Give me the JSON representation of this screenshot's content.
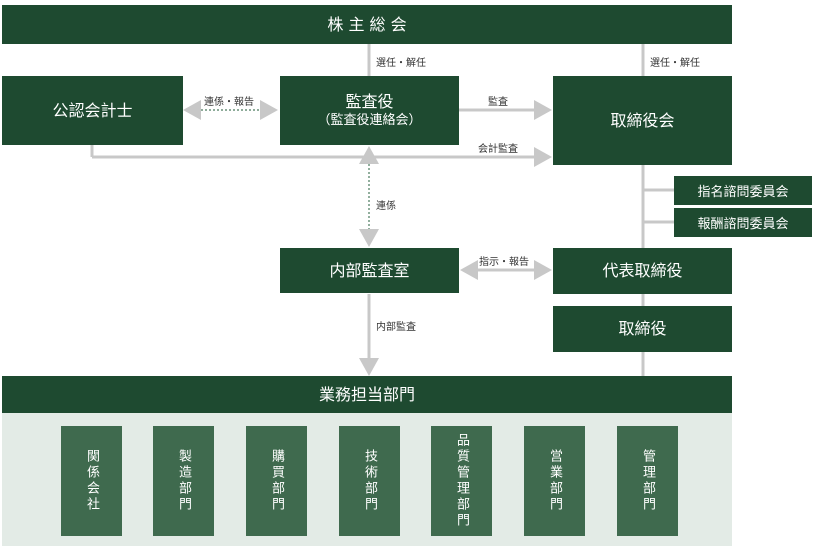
{
  "colors": {
    "box_fill": "#1e4a30",
    "dept_fill": "#3f6a4e",
    "panel_fill": "#e3ebe6",
    "connector": "#c8c8c8",
    "dotted": "#4a7a5e"
  },
  "nodes": {
    "shareholders_meeting": "株 主 総 会",
    "cpa": "公認会計士",
    "audit": {
      "title": "監査役",
      "subtitle": "（監査役連絡会）"
    },
    "board": "取締役会",
    "nomination_committee": "指名諮問委員会",
    "compensation_committee": "報酬諮問委員会",
    "internal_audit": "内部監査室",
    "president": "代表取締役",
    "director": "取締役",
    "business_depts": "業務担当部門"
  },
  "edges": {
    "election_left": "選任・解任",
    "election_right": "選任・解任",
    "cooperation_report": "連係・報告",
    "audit": "監査",
    "accounting_audit": "会計監査",
    "cooperation": "連係",
    "instruction_report": "指示・報告",
    "internal_audit": "内部監査"
  },
  "departments": [
    "関係会社",
    "製造部門",
    "購買部門",
    "技術部門",
    "品質管理部門",
    "営業部門",
    "管理部門"
  ]
}
